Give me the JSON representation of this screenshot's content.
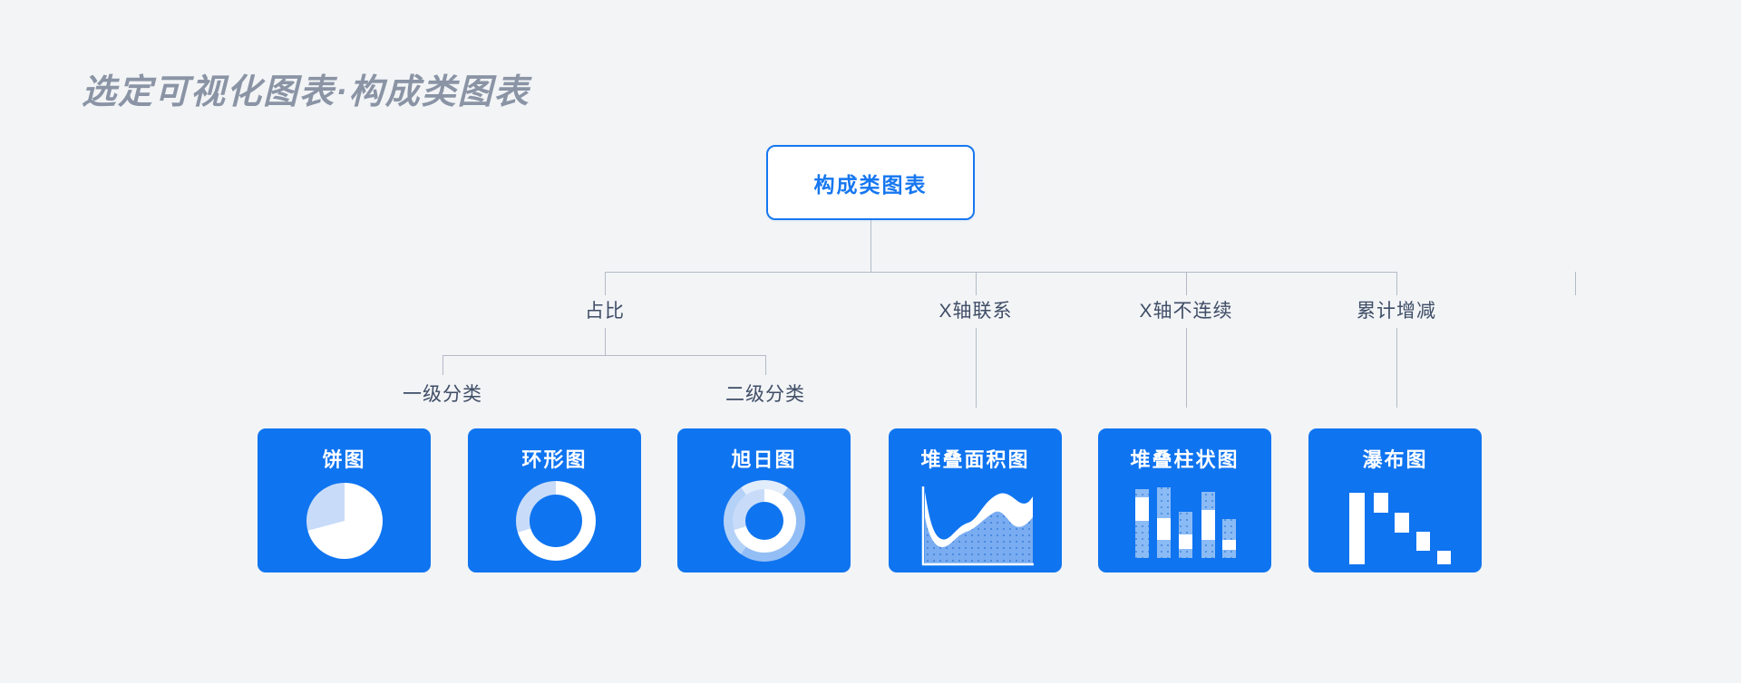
{
  "page": {
    "title": "选定可视化图表·构成类图表",
    "background": "#F2F4F6"
  },
  "colors": {
    "card_blue": "#0F74F0",
    "accent_blue": "#1677F0",
    "light_blue": "#C8DCF9",
    "connector_line": "#B3BBC7",
    "label_text": "#3F4D66",
    "title_text": "#8A94A5"
  },
  "tree": {
    "root": {
      "label": "构成类图表"
    },
    "branches": [
      {
        "label": "占比"
      },
      {
        "label": "X轴联系"
      },
      {
        "label": "X轴不连续"
      },
      {
        "label": "累计增减"
      }
    ],
    "sub_branches": [
      {
        "label": "一级分类"
      },
      {
        "label": "二级分类"
      }
    ]
  },
  "cards": [
    {
      "label": "饼图",
      "icon": "pie-chart-icon"
    },
    {
      "label": "环形图",
      "icon": "donut-chart-icon"
    },
    {
      "label": "旭日图",
      "icon": "sunburst-chart-icon"
    },
    {
      "label": "堆叠面积图",
      "icon": "stacked-area-chart-icon"
    },
    {
      "label": "堆叠柱状图",
      "icon": "stacked-column-chart-icon"
    },
    {
      "label": "瀑布图",
      "icon": "waterfall-chart-icon"
    }
  ]
}
